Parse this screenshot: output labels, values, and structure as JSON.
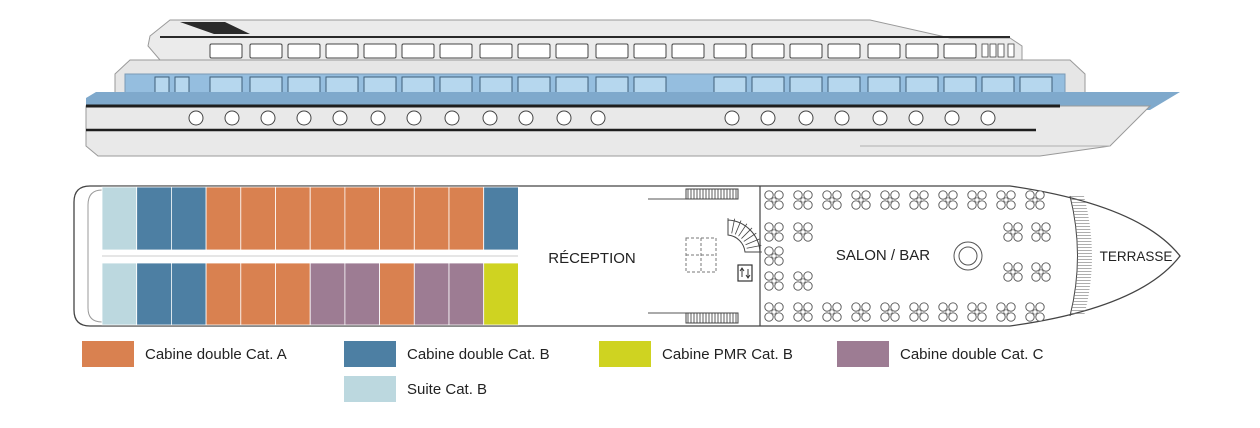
{
  "plan_labels": {
    "reception": "RÉCEPTION",
    "salon_bar": "SALON / BAR",
    "terrasse": "TERRASSE"
  },
  "colors": {
    "cat_a": "#d98150",
    "cat_b": "#4d7fa3",
    "pmr_b": "#cfd321",
    "cat_c": "#9d7c93",
    "suite_b": "#bcd8df",
    "hull_stripe": "#7fa9cc",
    "window_blue": "#b6d7ee"
  },
  "cabins": {
    "top_row": [
      "suite_b",
      "cat_b",
      "cat_b",
      "cat_a",
      "cat_a",
      "cat_a",
      "cat_a",
      "cat_a",
      "cat_a",
      "cat_a",
      "cat_a",
      "cat_b"
    ],
    "bottom_row": [
      "suite_b",
      "cat_b",
      "cat_b",
      "cat_a",
      "cat_a",
      "cat_a",
      "cat_c",
      "cat_c",
      "cat_a",
      "cat_c",
      "cat_c",
      "pmr_b"
    ]
  },
  "legend": [
    {
      "key": "cat_a",
      "label": "Cabine double Cat. A"
    },
    {
      "key": "cat_b",
      "label": "Cabine double Cat. B"
    },
    {
      "key": "pmr_b",
      "label": "Cabine PMR Cat. B"
    },
    {
      "key": "cat_c",
      "label": "Cabine double Cat. C"
    },
    {
      "key": "suite_b",
      "label": "Suite Cat. B"
    }
  ]
}
